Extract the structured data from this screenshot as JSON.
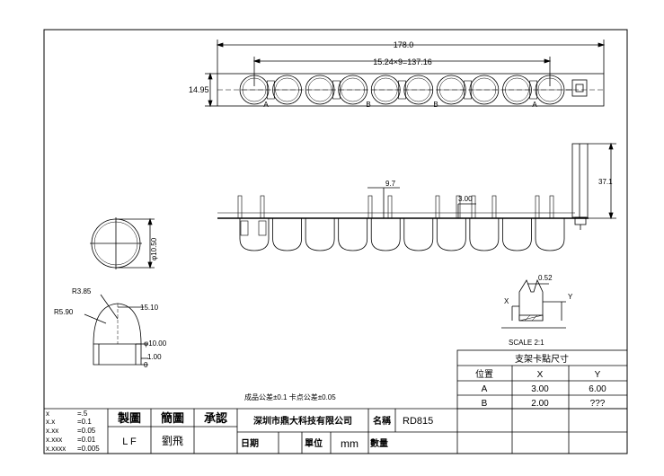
{
  "top_view": {
    "overall_length": "178.0",
    "pitch_dim": "15.24×9=137.16",
    "height_dim": "14.95",
    "hole_labels": [
      "A",
      "B",
      "B",
      "A"
    ]
  },
  "side_view": {
    "dim_top": "9.7",
    "dim_mid": "3.00",
    "dim_height": "37.1"
  },
  "circle_view": {
    "dim": "φ10.50"
  },
  "lens_view": {
    "r_small": "R3.85",
    "r_big": "R5.90",
    "dim_width": "15.10",
    "dim_base": "φ10.00",
    "dim_gap": "1.00",
    "zero": "0"
  },
  "detail_view": {
    "dim_top": "0.52",
    "label_x": "X",
    "label_y": "Y",
    "scale": "SCALE 2:1"
  },
  "spec_table": {
    "title": "支架卡點尺寸",
    "headers": [
      "位置",
      "X",
      "Y"
    ],
    "rows": [
      [
        "A",
        "3.00",
        "6.00"
      ],
      [
        "B",
        "2.00",
        "???"
      ]
    ]
  },
  "tolerance_note": "成品公差±0.1  卡点公差±0.05",
  "title_block": {
    "tolerances": [
      {
        "k": "x",
        "v": "=.5"
      },
      {
        "k": "x.x",
        "v": "=0.1"
      },
      {
        "k": "x.xx",
        "v": "=0.05"
      },
      {
        "k": "x.xxx",
        "v": "=0.01"
      },
      {
        "k": "x.xxxx",
        "v": "=0.005"
      }
    ],
    "draw_label": "製圖",
    "check_label": "簡圖",
    "approve_label": "承認",
    "draw_name": "L F",
    "check_name": "劉飛",
    "company": "深圳市鼎大科技有限公司",
    "name_label": "名稱",
    "part_name": "RD815",
    "date_label": "日期",
    "unit_label": "單位",
    "unit_value": "mm",
    "qty_label": "數量"
  }
}
